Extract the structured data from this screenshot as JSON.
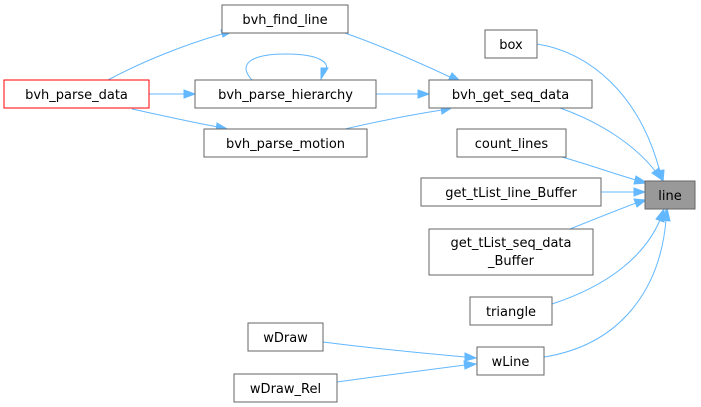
{
  "nodes": {
    "bvh_parse_data": "bvh_parse_data",
    "bvh_find_line": "bvh_find_line",
    "bvh_parse_hierarchy": "bvh_parse_hierarchy",
    "bvh_parse_motion": "bvh_parse_motion",
    "bvh_get_seq_data": "bvh_get_seq_data",
    "box": "box",
    "count_lines": "count_lines",
    "get_tList_line_Buffer": "get_tList_line_Buffer",
    "get_tList_seq_data_Buffer_line1": "get_tList_seq_data",
    "get_tList_seq_data_Buffer_line2": "_Buffer",
    "triangle": "triangle",
    "wDraw": "wDraw",
    "wDraw_Rel": "wDraw_Rel",
    "wLine": "wLine",
    "line": "line"
  },
  "colors": {
    "edge": "#63b8ff",
    "node_border": "#666666",
    "root_border": "#ff0000",
    "focus_fill": "#999999"
  }
}
